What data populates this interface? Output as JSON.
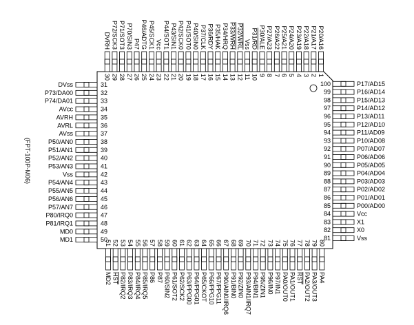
{
  "package_label": "(FPT-100P-M06)",
  "index_mark": "circle",
  "overlined_signals": [
    "P32/WRL",
    "P33/WRH",
    "P31/RD",
    "HST",
    "RST"
  ],
  "pins": {
    "top": [
      {
        "n": "1",
        "name": "P20/A16"
      },
      {
        "n": "2",
        "name": "P21/A17"
      },
      {
        "n": "3",
        "name": "P22/A18"
      },
      {
        "n": "4",
        "name": "P23/A19"
      },
      {
        "n": "5",
        "name": "P24/A20"
      },
      {
        "n": "6",
        "name": "P25/A21"
      },
      {
        "n": "7",
        "name": "P26/A22"
      },
      {
        "n": "8",
        "name": "P27/A23"
      },
      {
        "n": "9",
        "name": "P30/ALE"
      },
      {
        "n": "10",
        "name": "P31/RD"
      },
      {
        "n": "11",
        "name": "Vss"
      },
      {
        "n": "12",
        "name": "P32/WRL"
      },
      {
        "n": "13",
        "name": "P33/WRH"
      },
      {
        "n": "14",
        "name": "P34/HRQ"
      },
      {
        "n": "15",
        "name": "P35/HAK"
      },
      {
        "n": "16",
        "name": "P36/RDY"
      },
      {
        "n": "17",
        "name": "P37/CLK"
      },
      {
        "n": "18",
        "name": "P40/SIN0"
      },
      {
        "n": "19",
        "name": "P41/SOT0"
      },
      {
        "n": "20",
        "name": "P42/SCK0"
      },
      {
        "n": "21",
        "name": "P43/SIN1"
      },
      {
        "n": "22",
        "name": "P44/SOT1"
      },
      {
        "n": "23",
        "name": "Vcc"
      },
      {
        "n": "24",
        "name": "P45/SCK1"
      },
      {
        "n": "25",
        "name": "P46/ADTG"
      },
      {
        "n": "26",
        "name": "P47"
      },
      {
        "n": "27",
        "name": "P70/SIN3"
      },
      {
        "n": "28",
        "name": "P71/SOT3"
      },
      {
        "n": "29",
        "name": "P72/SCK3"
      },
      {
        "n": "30",
        "name": "DVRH"
      }
    ],
    "left": [
      {
        "n": "31",
        "name": "DVss"
      },
      {
        "n": "32",
        "name": "P73/DA00"
      },
      {
        "n": "33",
        "name": "P74/DA01"
      },
      {
        "n": "34",
        "name": "AVcc"
      },
      {
        "n": "35",
        "name": "AVRH"
      },
      {
        "n": "36",
        "name": "AVRL"
      },
      {
        "n": "37",
        "name": "AVss"
      },
      {
        "n": "38",
        "name": "P50/AN0"
      },
      {
        "n": "39",
        "name": "P51/AN1"
      },
      {
        "n": "40",
        "name": "P52/AN2"
      },
      {
        "n": "41",
        "name": "P53/AN3"
      },
      {
        "n": "42",
        "name": "Vss"
      },
      {
        "n": "43",
        "name": "P54/AN4"
      },
      {
        "n": "44",
        "name": "P55/AN5"
      },
      {
        "n": "45",
        "name": "P56/AN6"
      },
      {
        "n": "46",
        "name": "P57/AN7"
      },
      {
        "n": "47",
        "name": "P80/IRQ0"
      },
      {
        "n": "48",
        "name": "P81/IRQ1"
      },
      {
        "n": "49",
        "name": "MD0"
      },
      {
        "n": "50",
        "name": "MD1"
      }
    ],
    "bottom": [
      {
        "n": "51",
        "name": "MD2"
      },
      {
        "n": "52",
        "name": "HST"
      },
      {
        "n": "53",
        "name": "P82/IRQ2"
      },
      {
        "n": "54",
        "name": "P83/IRQ3"
      },
      {
        "n": "55",
        "name": "P84/IRQ4"
      },
      {
        "n": "56",
        "name": "P85/IRQ5"
      },
      {
        "n": "57",
        "name": "P86"
      },
      {
        "n": "58",
        "name": "P87"
      },
      {
        "n": "59",
        "name": "P60/SIN2"
      },
      {
        "n": "60",
        "name": "P61/SOT2"
      },
      {
        "n": "61",
        "name": "P62/SCK2"
      },
      {
        "n": "62",
        "name": "P63/PPG00"
      },
      {
        "n": "63",
        "name": "P64/PPG01"
      },
      {
        "n": "64",
        "name": "P65/CKOT"
      },
      {
        "n": "65",
        "name": "P66/PPG10"
      },
      {
        "n": "66",
        "name": "P67/PPG11"
      },
      {
        "n": "67",
        "name": "P90/AIN0/IRQ6"
      },
      {
        "n": "68",
        "name": "P91/BIN0"
      },
      {
        "n": "69",
        "name": "P92/ZIN0"
      },
      {
        "n": "70",
        "name": "P93/AIN1/IRQ7"
      },
      {
        "n": "71",
        "name": "P94/BIN1"
      },
      {
        "n": "72",
        "name": "P95/ZIN1"
      },
      {
        "n": "73",
        "name": "P96/IN0"
      },
      {
        "n": "74",
        "name": "P97/IN1"
      },
      {
        "n": "75",
        "name": "PA0/OUT0"
      },
      {
        "n": "76",
        "name": "PA1/OUT1"
      },
      {
        "n": "77",
        "name": "RST"
      },
      {
        "n": "78",
        "name": "PA2/OUT2"
      },
      {
        "n": "79",
        "name": "PA3/OUT3"
      },
      {
        "n": "80",
        "name": "PA4"
      }
    ],
    "right": [
      {
        "n": "81",
        "name": "Vss"
      },
      {
        "n": "82",
        "name": "X0"
      },
      {
        "n": "83",
        "name": "X1"
      },
      {
        "n": "84",
        "name": "Vcc"
      },
      {
        "n": "85",
        "name": "P00/AD00"
      },
      {
        "n": "86",
        "name": "P01/AD01"
      },
      {
        "n": "87",
        "name": "P02/AD02"
      },
      {
        "n": "88",
        "name": "P03/AD03"
      },
      {
        "n": "89",
        "name": "P04/AD04"
      },
      {
        "n": "90",
        "name": "P05/AD05"
      },
      {
        "n": "91",
        "name": "P06/AD06"
      },
      {
        "n": "92",
        "name": "P07/AD07"
      },
      {
        "n": "93",
        "name": "P10/AD08"
      },
      {
        "n": "94",
        "name": "P11/AD09"
      },
      {
        "n": "95",
        "name": "P12/AD10"
      },
      {
        "n": "96",
        "name": "P13/AD11"
      },
      {
        "n": "97",
        "name": "P14/AD12"
      },
      {
        "n": "98",
        "name": "P15/AD13"
      },
      {
        "n": "99",
        "name": "P16/AD14"
      },
      {
        "n": "100",
        "name": "P17/AD15"
      }
    ]
  }
}
